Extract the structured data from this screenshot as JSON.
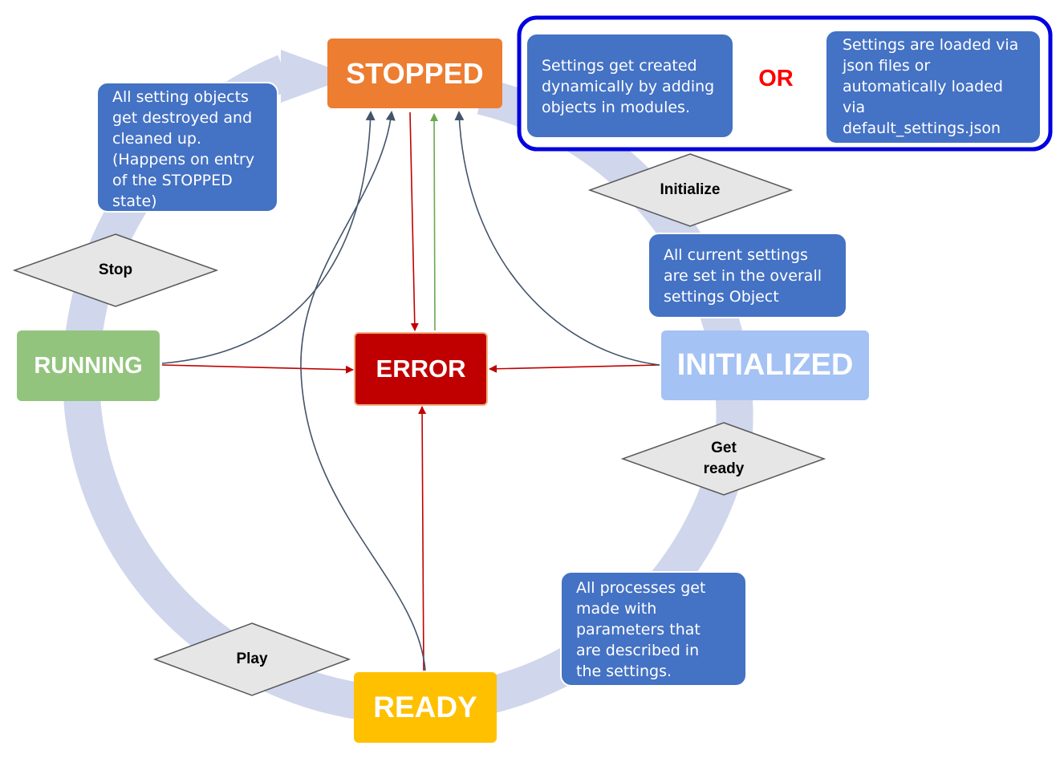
{
  "colors": {
    "cycle": "#d0d6ec",
    "stopped": "#ed7d31",
    "running": "#92c47d",
    "initialized": "#a4c2f4",
    "ready": "#ffc000",
    "error": "#c00000",
    "note": "#4472c4",
    "decision": "#e6e6e6",
    "frame": "#0000e0",
    "or_text": "#ff0000",
    "error_arrow": "#c00000",
    "recover_arrow": "#6aa84f",
    "stop_arrow": "#44546a"
  },
  "states": {
    "stopped": "STOPPED",
    "running": "RUNNING",
    "error": "ERROR",
    "initialized": "INITIALIZED",
    "ready": "READY"
  },
  "transitions": {
    "stop": "Stop",
    "initialize": "Initialize",
    "get_ready_line1": "Get",
    "get_ready_line2": "ready",
    "play": "Play"
  },
  "notes": {
    "destroyed": [
      "All setting objects",
      "get destroyed and",
      "cleaned up.",
      "(Happens on entry",
      "of the STOPPED",
      "state)"
    ],
    "created": [
      "Settings get created",
      "dynamically by adding",
      "objects in modules."
    ],
    "or_label": "OR",
    "loaded": [
      "Settings are loaded via",
      "json files or",
      "automatically loaded",
      "via",
      "default_settings.json"
    ],
    "current": [
      "All current settings",
      "are set in the overall",
      "settings Object"
    ],
    "processes": [
      "All processes get",
      "made with",
      "parameters that",
      "are described in",
      "the settings."
    ]
  }
}
